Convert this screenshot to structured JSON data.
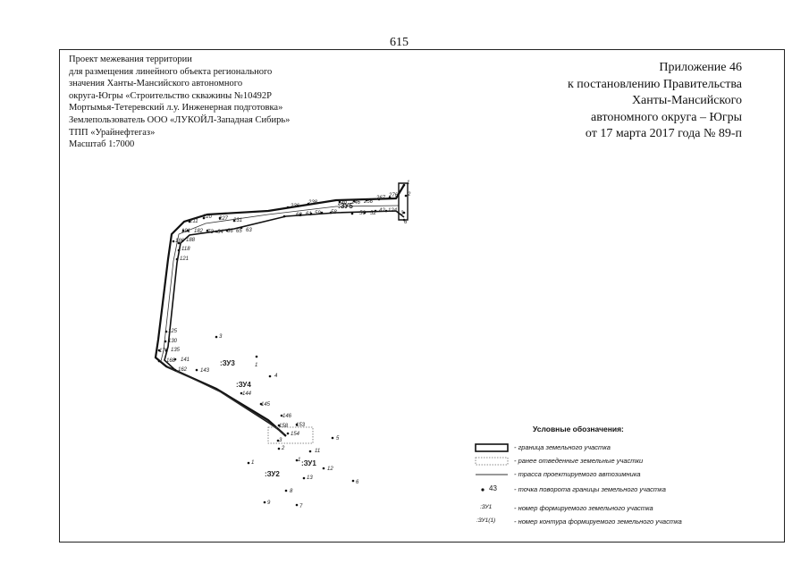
{
  "page_number": "615",
  "header_left": [
    "Проект межевания территории",
    "для размещения линейного объекта регионального",
    "значения Ханты-Мансийского автономного",
    "округа-Югры «Строительство скважины №10492Р",
    "Мортымья-Тетеревский л.у. Инженерная подготовка»",
    "Землепользователь ООО «ЛУКОЙЛ-Западная Сибирь»",
    "ТПП «Урайнефтегаз»",
    "Масштаб 1:7000"
  ],
  "header_right": [
    "Приложение 46",
    "к постановлению Правительства",
    "Ханты-Мансийского",
    "автономного округа – Югры",
    "от 17 марта 2017 года № 89-п"
  ],
  "map": {
    "parcel_labels": [
      ":ЗУ5",
      ":ЗУ3",
      ":ЗУ4",
      ":ЗУ1",
      ":ЗУ2"
    ],
    "points_top": [
      "1",
      "2",
      "3",
      "6",
      "276",
      "267",
      "256",
      "246",
      "240",
      "238",
      "236",
      "231",
      "227",
      "220",
      "211",
      "191",
      "186",
      "182",
      "73",
      "64",
      "66",
      "65",
      "63",
      "62",
      "61",
      "59",
      "58",
      "56",
      "52",
      "42",
      "124",
      "121",
      "118",
      "188"
    ],
    "points_middle": [
      "125",
      "130",
      "135",
      "173",
      "168",
      "141",
      "162",
      "143",
      "3",
      "1",
      "4",
      "144",
      "145",
      "146",
      "153",
      "154",
      "158"
    ],
    "points_bottom": [
      "3",
      "5",
      "2",
      "11",
      "1",
      "1",
      "12",
      "13",
      "6",
      "8",
      "9",
      "7"
    ]
  },
  "legend": {
    "title": "Условные обозначения:",
    "items": [
      "- граница земельного участка",
      "- ранее отведенные земельные участки",
      "- трасса проектируемого автозимника",
      "- точка поворота границы земельного участка",
      "- номер формируемого земельного участка",
      "- номер контура формируемого земельного участка"
    ],
    "sample_point": "43",
    "sample_zu": ":ЗУ1",
    "sample_contour": ":ЗУ1(1)"
  }
}
